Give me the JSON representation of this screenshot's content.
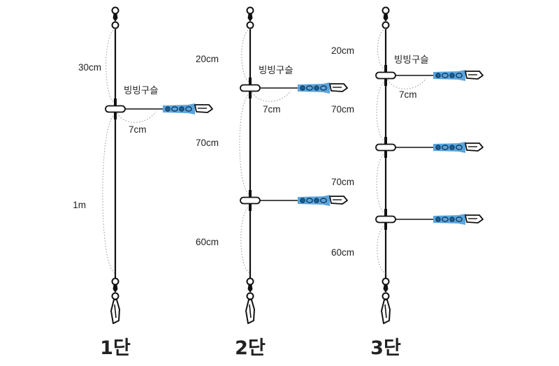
{
  "colors": {
    "line": "#111111",
    "lure": "#4a9ad8",
    "lure_bead": "#1d5f92",
    "guide": "#9a9a9a",
    "text": "#222222"
  },
  "rigs": [
    {
      "caption": "1단",
      "labels": {
        "top": "30cm",
        "swivel": "빙빙구슬",
        "branch": "7cm",
        "bottom": "1m"
      }
    },
    {
      "caption": "2단",
      "labels": {
        "top": "20cm",
        "swivel": "빙빙구슬",
        "branch": "7cm",
        "mid": "70cm",
        "bottom": "60cm"
      }
    },
    {
      "caption": "3단",
      "labels": {
        "top": "20cm",
        "swivel": "빙빙구슬",
        "branch": "7cm",
        "mid1": "70cm",
        "mid2": "70cm",
        "bottom": "60cm"
      }
    }
  ]
}
